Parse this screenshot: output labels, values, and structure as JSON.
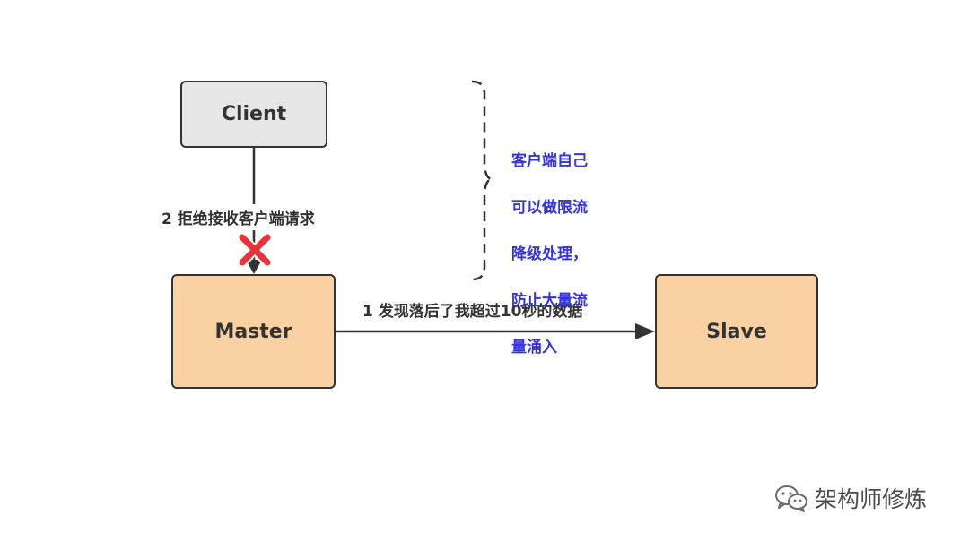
{
  "nodes": {
    "client": "Client",
    "master": "Master",
    "slave": "Slave"
  },
  "edges": {
    "reject_label": "2 拒绝接收客户端请求",
    "lag_label": "1 发现落后了我超过10秒的数据"
  },
  "note": {
    "lines": [
      "客户端自己",
      "可以做限流",
      "降级处理，",
      "防止大量流",
      "量涌入"
    ]
  },
  "watermark": {
    "text": "架构师修炼",
    "icon": "wechat-icon"
  },
  "colors": {
    "client_fill": "#e6e6e6",
    "node_fill": "#fad1a3",
    "stroke": "#333333",
    "note_text": "#3333e6",
    "cross": "#e8333a"
  }
}
